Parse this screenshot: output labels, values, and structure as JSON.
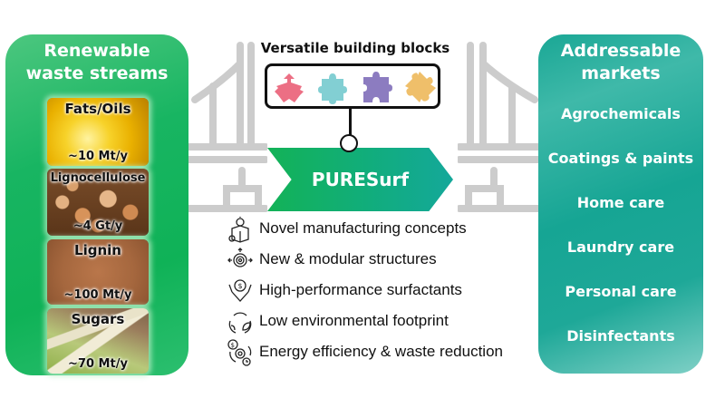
{
  "left_panel": {
    "title_line1": "Renewable",
    "title_line2": "waste streams",
    "streams": [
      {
        "name": "Fats/Oils",
        "volume": "~10 Mt/y"
      },
      {
        "name": "Lignocellulose",
        "volume": "~4 Gt/y"
      },
      {
        "name": "Lignin",
        "volume": "~100 Mt/y"
      },
      {
        "name": "Sugars",
        "volume": "~70 Mt/y"
      }
    ]
  },
  "building_blocks": {
    "title": "Versatile building blocks",
    "pieces": [
      {
        "icon": "puzzle-piece-icon",
        "color": "#ec6f84"
      },
      {
        "icon": "puzzle-piece-icon",
        "color": "#82cfd3"
      },
      {
        "icon": "puzzle-piece-icon",
        "color": "#8c7cc0"
      },
      {
        "icon": "puzzle-piece-icon",
        "color": "#efbf6a"
      }
    ]
  },
  "center": {
    "label": "PURESurf"
  },
  "features": [
    {
      "icon": "lightbulb-box-gear-icon",
      "text": "Novel manufacturing concepts"
    },
    {
      "icon": "target-arrows-icon",
      "text": "New & modular structures"
    },
    {
      "icon": "money-hands-arrow-icon",
      "text": "High-performance surfactants"
    },
    {
      "icon": "leaf-recycle-icon",
      "text": "Low environmental footprint"
    },
    {
      "icon": "money-gear-clock-icon",
      "text": "Energy efficiency & waste reduction"
    }
  ],
  "right_panel": {
    "title_line1": "Addressable",
    "title_line2": "markets",
    "markets": [
      "Agrochemicals",
      "Coatings & paints",
      "Home care",
      "Laundry care",
      "Personal care",
      "Disinfectants"
    ]
  },
  "colors": {
    "left_green": "#12b25a",
    "right_teal": "#16a594",
    "bridge_gray": "#cccccc"
  }
}
